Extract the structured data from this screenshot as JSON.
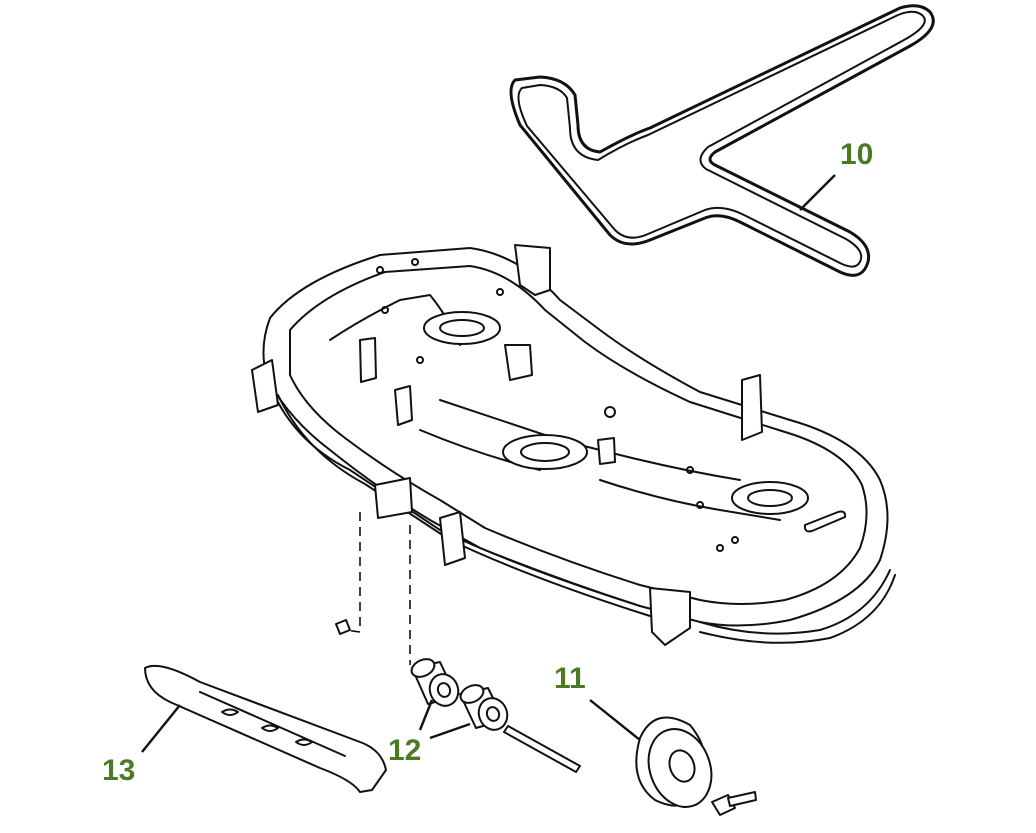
{
  "diagram": {
    "label_color": "#4a7a23",
    "parts": [
      {
        "id": "belt",
        "callout": "10",
        "icon": "v-belt"
      },
      {
        "id": "gauge-wheel",
        "callout": "11",
        "icon": "wheel"
      },
      {
        "id": "spindle-bushings",
        "callout": "12",
        "icon": "bushing"
      },
      {
        "id": "mower-blade",
        "callout": "13",
        "icon": "blade"
      }
    ]
  }
}
